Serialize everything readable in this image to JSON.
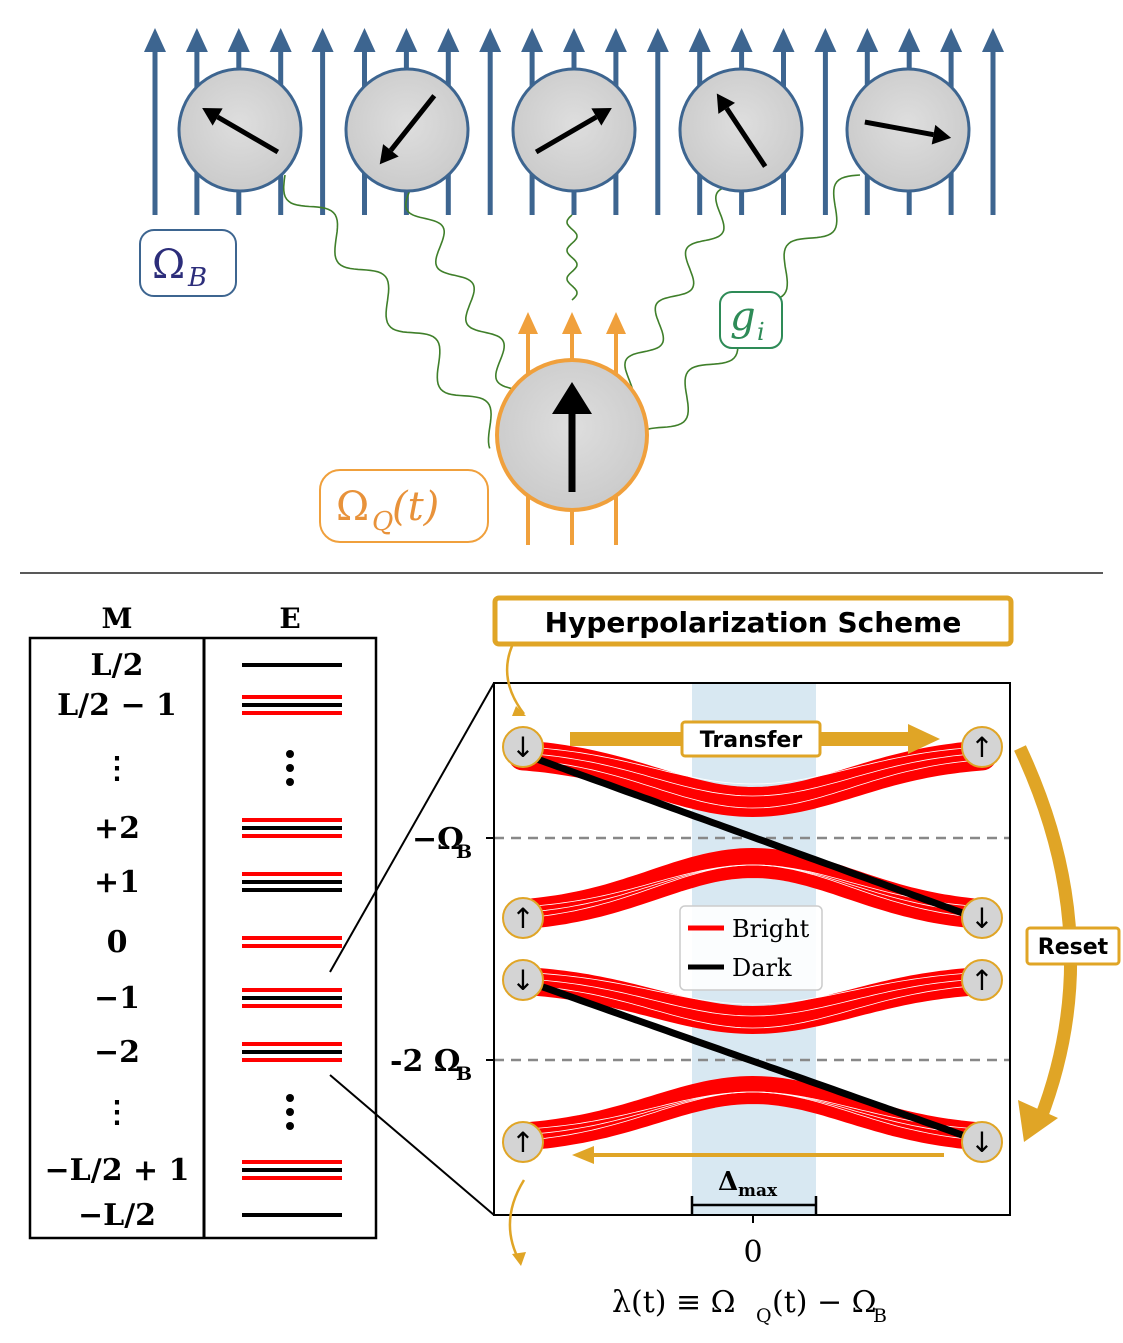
{
  "colors": {
    "field_blue": "#3d6590",
    "field_orange": "#f0a03c",
    "coupling_green": "#3f7f2a",
    "label_green": "#2e8b57",
    "label_blue": "#2c2d7a",
    "scheme_gold": "#e0a526",
    "spin_fill": "#d6d6d6",
    "bright": "#ff0000",
    "dark": "#000000",
    "band": "#d8e8f2"
  },
  "top": {
    "bath_field_label": "Ω",
    "bath_field_sub": "B",
    "coupling_label": "g",
    "coupling_sub": "i",
    "qubit_field_label": "Ω",
    "qubit_field_sub": "Q",
    "qubit_field_arg": "(t)"
  },
  "table": {
    "col_m_header": "M",
    "col_e_header": "E",
    "rows": [
      {
        "m": "L/2",
        "levels": [
          "k"
        ]
      },
      {
        "m": "L/2 − 1",
        "levels": [
          "r",
          "k",
          "r"
        ]
      },
      {
        "m": "⋮",
        "levels": [
          "dots"
        ]
      },
      {
        "m": "+2",
        "levels": [
          "r",
          "k",
          "r"
        ]
      },
      {
        "m": "+1",
        "levels": [
          "r",
          "k",
          "k"
        ]
      },
      {
        "m": "0",
        "levels": [
          "r",
          "r"
        ]
      },
      {
        "m": "−1",
        "levels": [
          "r",
          "k",
          "r"
        ]
      },
      {
        "m": "−2",
        "levels": [
          "r",
          "k",
          "r"
        ]
      },
      {
        "m": "⋮",
        "levels": [
          "dots"
        ]
      },
      {
        "m": "−L/2 + 1",
        "levels": [
          "r",
          "k",
          "r"
        ]
      },
      {
        "m": "−L/2",
        "levels": [
          "k"
        ]
      }
    ]
  },
  "scheme": {
    "title": "Hyperpolarization Scheme",
    "transfer_label": "Transfer",
    "reset_label": "Reset",
    "legend": [
      {
        "name": "Bright",
        "color": "#ff0000"
      },
      {
        "name": "Dark",
        "color": "#000000"
      }
    ],
    "y_ticks": [
      {
        "text": "−Ω",
        "sub": "B"
      },
      {
        "text": "-2 Ω",
        "sub": "B"
      }
    ],
    "x_tick": "0",
    "delta_label": "Δ",
    "delta_sub": "max",
    "x_axis_label": "λ(t) ≡ Ω",
    "x_axis_label_sub1": "Q",
    "x_axis_label_mid": "(t) − Ω",
    "x_axis_label_sub2": "B",
    "spin_up": "↑",
    "spin_down": "↓"
  }
}
